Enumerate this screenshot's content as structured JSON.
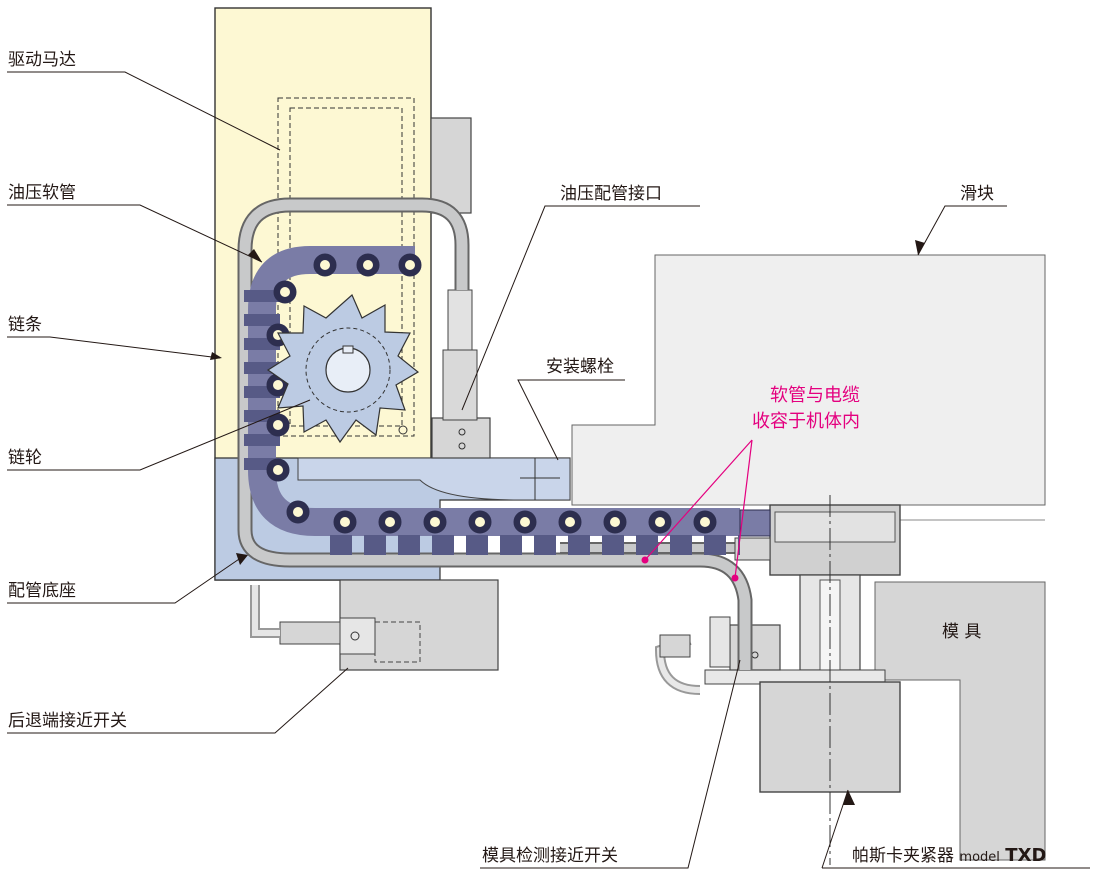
{
  "labels": {
    "drive_motor": "驱动马达",
    "hydraulic_hose": "油压软管",
    "chain": "链条",
    "sprocket": "链轮",
    "piping_base": "配管底座",
    "rear_end_sensor": "后退端接近开关",
    "hydraulic_port": "油压配管接口",
    "mounting_bolt": "安装螺栓",
    "slide": "滑块",
    "hose_cable_line1": "软管与电缆",
    "hose_cable_line2": "收容于机体内",
    "die": "模 具",
    "die_detect_sensor": "模具检测接近开关",
    "clamp_name": "帕斯卡夹紧器",
    "clamp_model_prefix": "model",
    "clamp_model": "TXD"
  },
  "colors": {
    "motor_body": "#fdf8d3",
    "base_blue": "#bccbe3",
    "chain_blue": "#7a7ca6",
    "hose_gray": "#c8c9ca",
    "slide_gray": "#efefef",
    "die_gray": "#d6d6d6",
    "accent_pink": "#e4007f",
    "line_dark": "#231815"
  }
}
